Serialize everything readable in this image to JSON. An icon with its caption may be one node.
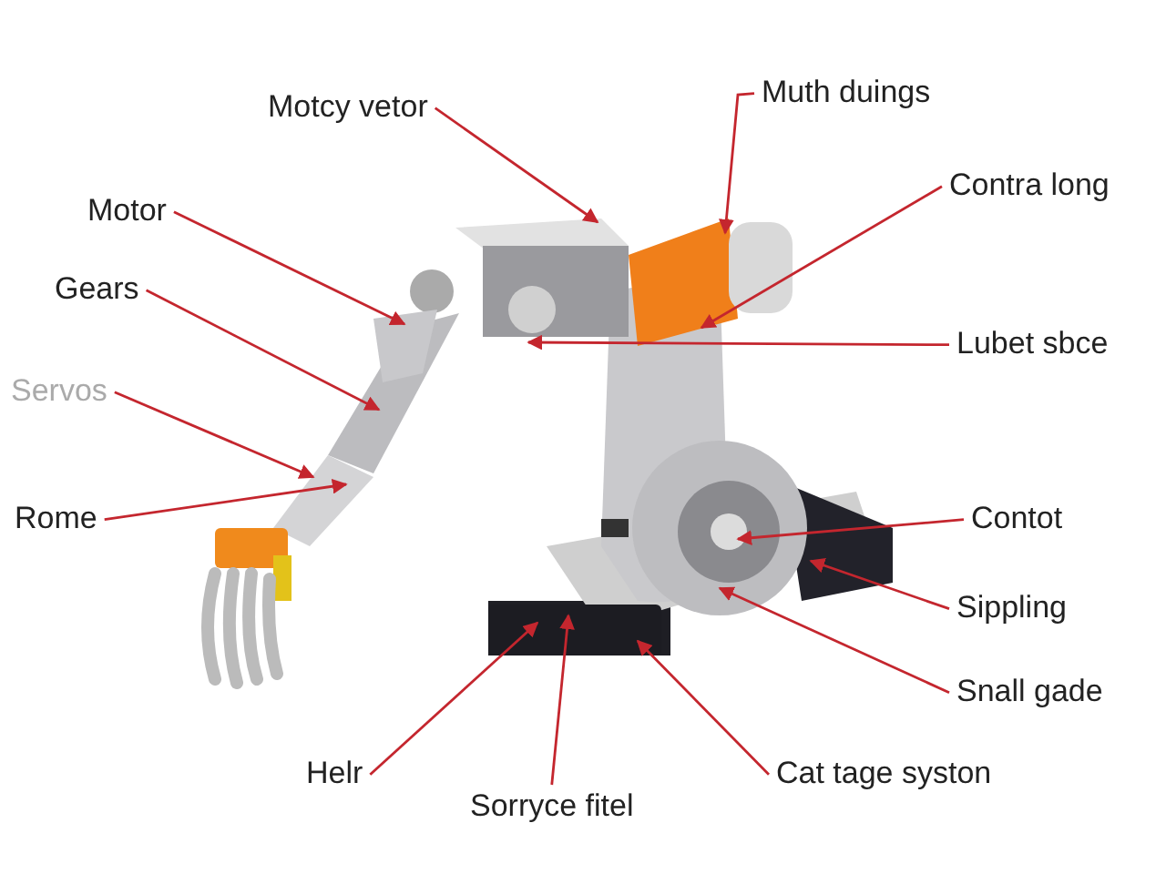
{
  "diagram": {
    "nodes": [
      {
        "text": [
          "Motcy vetor"
        ]
      },
      {
        "text": [
          "Muth duings"
        ]
      },
      {
        "text": [
          "Motor"
        ]
      },
      {
        "text": [
          "Contra long"
        ]
      },
      {
        "text": [
          "Gears"
        ]
      },
      {
        "text": [
          "Lubet sbce"
        ]
      },
      {
        "text": [
          "Servos"
        ]
      },
      {
        "text": [
          "Rome"
        ]
      },
      {
        "text": [
          "Contot"
        ]
      },
      {
        "text": [
          "Sippling"
        ]
      },
      {
        "text": [
          "Snall gade"
        ]
      },
      {
        "text": [
          "Helr"
        ]
      },
      {
        "text": [
          "Sorryce fitel"
        ]
      },
      {
        "text": [
          "Cat tage syston"
        ]
      }
    ],
    "edges": [
      {
        "from": 0,
        "to": null,
        "arrow": "to"
      },
      {
        "from": 1,
        "to": null,
        "arrow": "to"
      },
      {
        "from": 2,
        "to": null,
        "arrow": "to"
      },
      {
        "from": 3,
        "to": null,
        "arrow": "to"
      },
      {
        "from": 4,
        "to": null,
        "arrow": "to"
      },
      {
        "from": 5,
        "to": null,
        "arrow": "to"
      },
      {
        "from": 6,
        "to": null,
        "arrow": "to"
      },
      {
        "from": 7,
        "to": null,
        "arrow": "to"
      },
      {
        "from": 8,
        "to": null,
        "arrow": "to"
      },
      {
        "from": 9,
        "to": null,
        "arrow": "to"
      },
      {
        "from": 10,
        "to": null,
        "arrow": "to"
      },
      {
        "from": 11,
        "to": null,
        "arrow": "to"
      },
      {
        "from": 12,
        "to": null,
        "arrow": "to"
      },
      {
        "from": 13,
        "to": null,
        "arrow": "to"
      }
    ]
  }
}
